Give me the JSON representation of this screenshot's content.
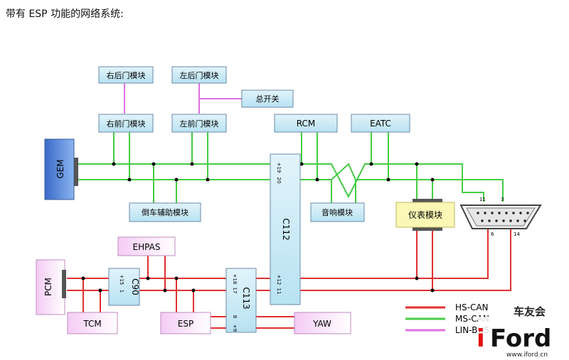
{
  "title": "带有 ESP 功能的网络系统:",
  "colors": {
    "hs_can": "#e03030",
    "ms_can": "#44cc44",
    "lin": "#e070e0",
    "box_blue": "#ccecf6",
    "box_gem": "#5a8ad8",
    "box_pink": "#f4ccf4",
    "box_yellow": "#fbf7b4",
    "box_border": "#6a8aa8"
  },
  "modules": {
    "right_rear_door": "右后门模块",
    "left_rear_door": "左后门模块",
    "master_switch": "总开关",
    "right_front_door": "右前门模块",
    "left_front_door": "左前门模块",
    "rcm": "RCM",
    "eatc": "EATC",
    "gem": "GEM",
    "reverse_aid": "倒车辅助模块",
    "audio": "音响模块",
    "cluster": "仪表模块",
    "ehpas": "EHPAS",
    "pcm": "PCM",
    "c90": "C90",
    "c112": "C112",
    "c113": "C113",
    "tcm": "TCM",
    "esp": "ESP",
    "yaw": "YAW"
  },
  "pins": {
    "c112_top": [
      "+19",
      "20"
    ],
    "c112_bottom": [
      "+12",
      "11"
    ],
    "c90": [
      "+15",
      "1"
    ],
    "c113_top": [
      "+18",
      "17"
    ],
    "c113_bottom": [
      "8",
      "+9"
    ],
    "dlc_11": "11",
    "dlc_3": "3",
    "dlc_6": "6",
    "dlc_14": "14"
  },
  "legend": {
    "hs_can": "HS-CAN",
    "ms_can": "MS-CAN",
    "lin": "LIN-BUS"
  },
  "watermark": {
    "cn": "车友会",
    "brand_i": "i",
    "brand_ford": "Ford",
    "url": "www.iford.cn"
  }
}
